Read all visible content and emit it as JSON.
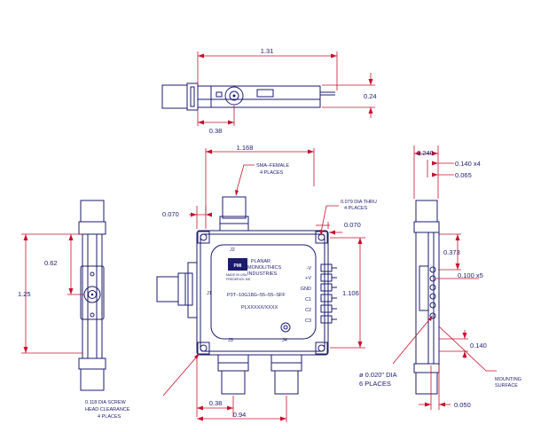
{
  "dims": {
    "top_width": "1.31",
    "top_height": "0.24",
    "top_conn": "0.38",
    "front_width": "1.168",
    "front_height": "1.106",
    "front_0070_left": "0.070",
    "front_0070_right": "0.070",
    "front_038": "0.38",
    "front_094": "0.94",
    "left_062": "0.62",
    "left_125": "1.25",
    "right_0240": "0.240",
    "right_0140x4": "0.140 x4",
    "right_0065": "0.065",
    "right_0373": "0.373",
    "right_0100x5": "0.100 x5",
    "right_0140": "0.140",
    "right_0050": "0.050"
  },
  "notes": {
    "sma_line1": "SMA–FEMALE",
    "sma_line2": "4 PLACES",
    "thru_line1": "0.079 DIA THRU",
    "thru_line2": "4 PLACES",
    "screw_line1": "0.118 DIA SCREW",
    "screw_line2": "HEAD CLEARANCE",
    "screw_line3": "4 PLACES",
    "pin_line1": "ø 0.020\" DIA",
    "pin_line2": "6 PLACES",
    "mount_line1": "MOUNTING",
    "mount_line2": "SURFACE"
  },
  "label": {
    "company_1": "PLANAR",
    "company_2": "MONOLITHICS",
    "company_3": "INDUSTRIES",
    "made_1": "MADE IN USA",
    "made_2": "FREDERICK MD",
    "logo_text": "PMI",
    "part_number": "P3T–10G18G–55–55–SFF",
    "serial": "PLXXXXX/XXXX",
    "j1": "J1",
    "j2": "J2",
    "j3": "J3",
    "j4": "J4",
    "pins": [
      "-V",
      "+V",
      "GND",
      "C1",
      "C2",
      "C3"
    ]
  },
  "colors": {
    "outline": "#1b1b6e",
    "dimension": "#c8102e"
  }
}
